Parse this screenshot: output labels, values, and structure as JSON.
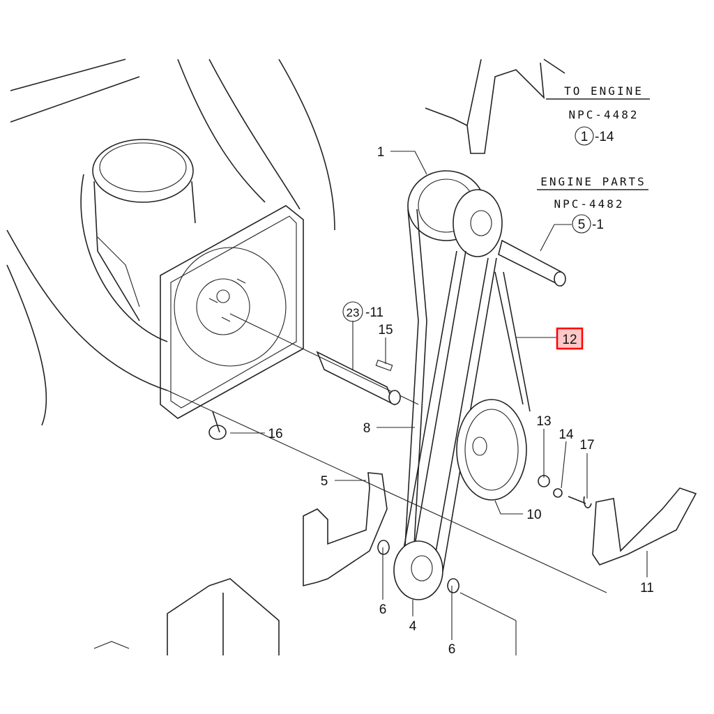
{
  "diagram": {
    "references": {
      "to_engine": {
        "title": "TO ENGINE",
        "code": "NPC-4482",
        "circle": "1",
        "suffix": "-14"
      },
      "engine_parts": {
        "title": "ENGINE PARTS",
        "code": "NPC-4482",
        "circle": "5",
        "suffix": "-1"
      },
      "shaft_ref": {
        "circle": "23",
        "suffix": "-11"
      }
    },
    "callouts": {
      "p1": "1",
      "p4": "4",
      "p5": "5",
      "p6a": "6",
      "p6b": "6",
      "p8": "8",
      "p10": "10",
      "p11": "11",
      "p12": "12",
      "p13": "13",
      "p14": "14",
      "p15": "15",
      "p16": "16",
      "p17": "17"
    },
    "highlight_color": "#ff0000",
    "highlight_fill": "#ffc8c8"
  }
}
